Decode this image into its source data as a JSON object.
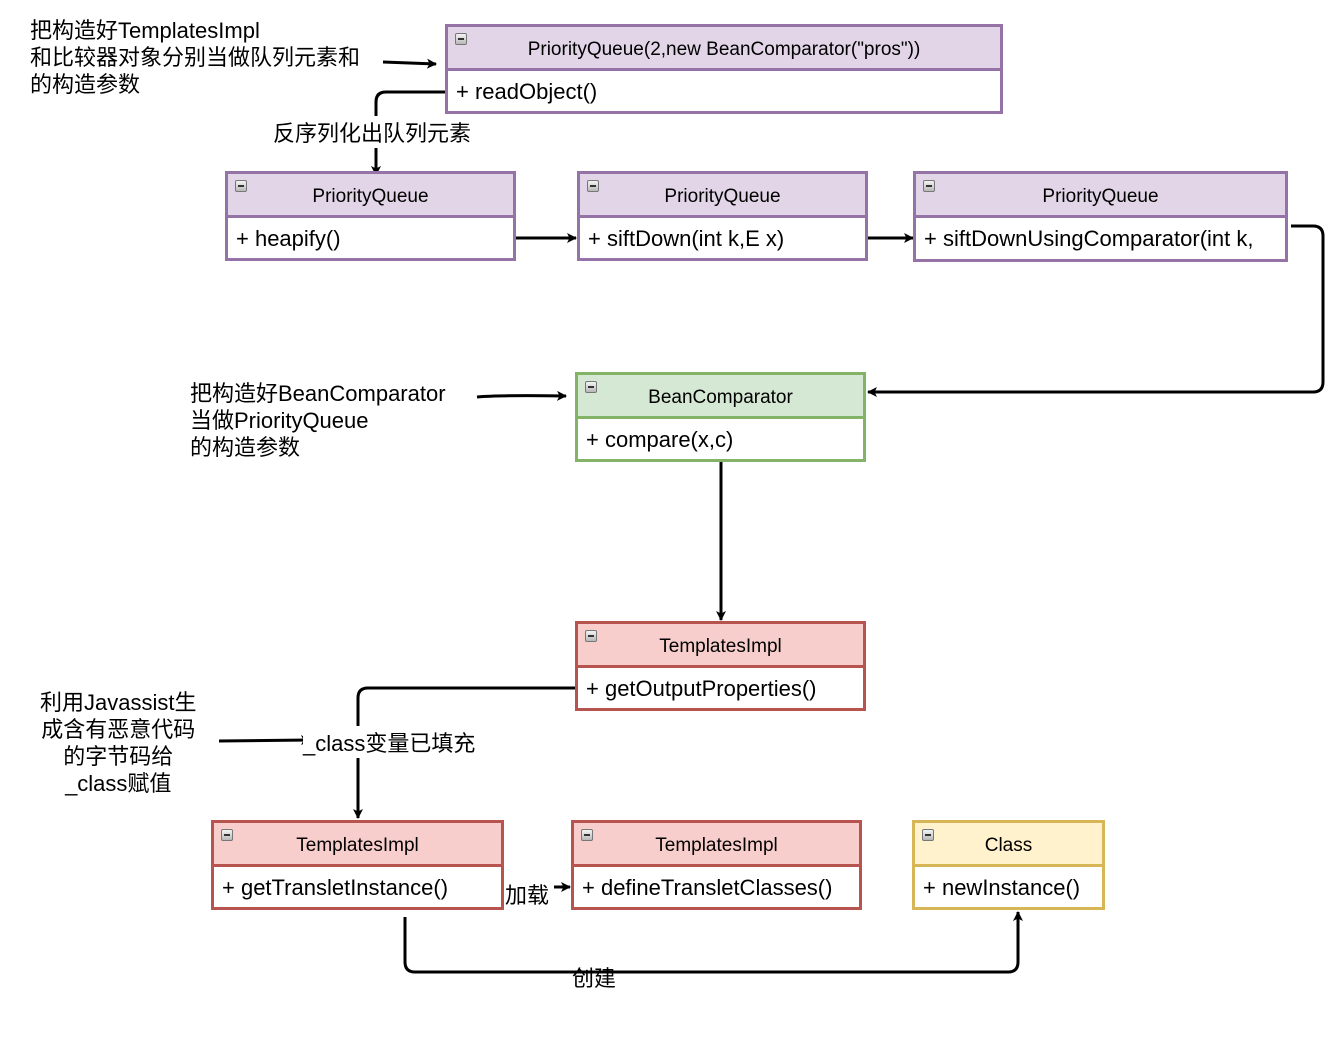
{
  "diagram": {
    "colors": {
      "purple_fill": "#e1d5e7",
      "purple_stroke": "#9673a6",
      "green_fill": "#d5e8d4",
      "green_stroke": "#82b366",
      "red_fill": "#f8cecc",
      "red_stroke": "#b85450",
      "yellow_fill": "#fff2cc",
      "yellow_stroke": "#d6b656",
      "edge": "#000000"
    },
    "classes": [
      {
        "id": "pq-root",
        "title": "PriorityQueue(2,new BeanComparator(\"pros\"))",
        "method": "+ readObject()",
        "theme": "purple"
      },
      {
        "id": "pq-heapify",
        "title": "PriorityQueue",
        "method": "+ heapify()",
        "theme": "purple"
      },
      {
        "id": "pq-siftdown",
        "title": "PriorityQueue",
        "method": "+ siftDown(int k,E x)",
        "theme": "purple"
      },
      {
        "id": "pq-siftdown-cmp",
        "title": "PriorityQueue",
        "method": "+ siftDownUsingComparator(int k,",
        "theme": "purple"
      },
      {
        "id": "bean-comparator",
        "title": "BeanComparator",
        "method": "+ compare(x,c)",
        "theme": "green"
      },
      {
        "id": "templates-output",
        "title": "TemplatesImpl",
        "method": "+ getOutputProperties()",
        "theme": "red"
      },
      {
        "id": "templates-translet",
        "title": "TemplatesImpl",
        "method": "+ getTransletInstance()",
        "theme": "red"
      },
      {
        "id": "templates-define",
        "title": "TemplatesImpl",
        "method": "+ defineTransletClasses()",
        "theme": "red"
      },
      {
        "id": "class-newinstance",
        "title": "Class",
        "method": "+ newInstance()",
        "theme": "yellow"
      }
    ],
    "notes": [
      {
        "id": "note-templates",
        "text": "把构造好TemplatesImpl\n和比较器对象分别当做队列元素和\n的构造参数"
      },
      {
        "id": "note-bean",
        "text": "把构造好BeanComparator\n当做PriorityQueue\n的构造参数"
      },
      {
        "id": "note-javassist",
        "text": "利用Javassist生\n成含有恶意代码\n的字节码给\n_class赋值"
      }
    ],
    "edge_labels": {
      "deserialize": "反序列化出队列元素",
      "class_filled": "_class变量已填充",
      "load": "加载",
      "create": "创建"
    }
  }
}
